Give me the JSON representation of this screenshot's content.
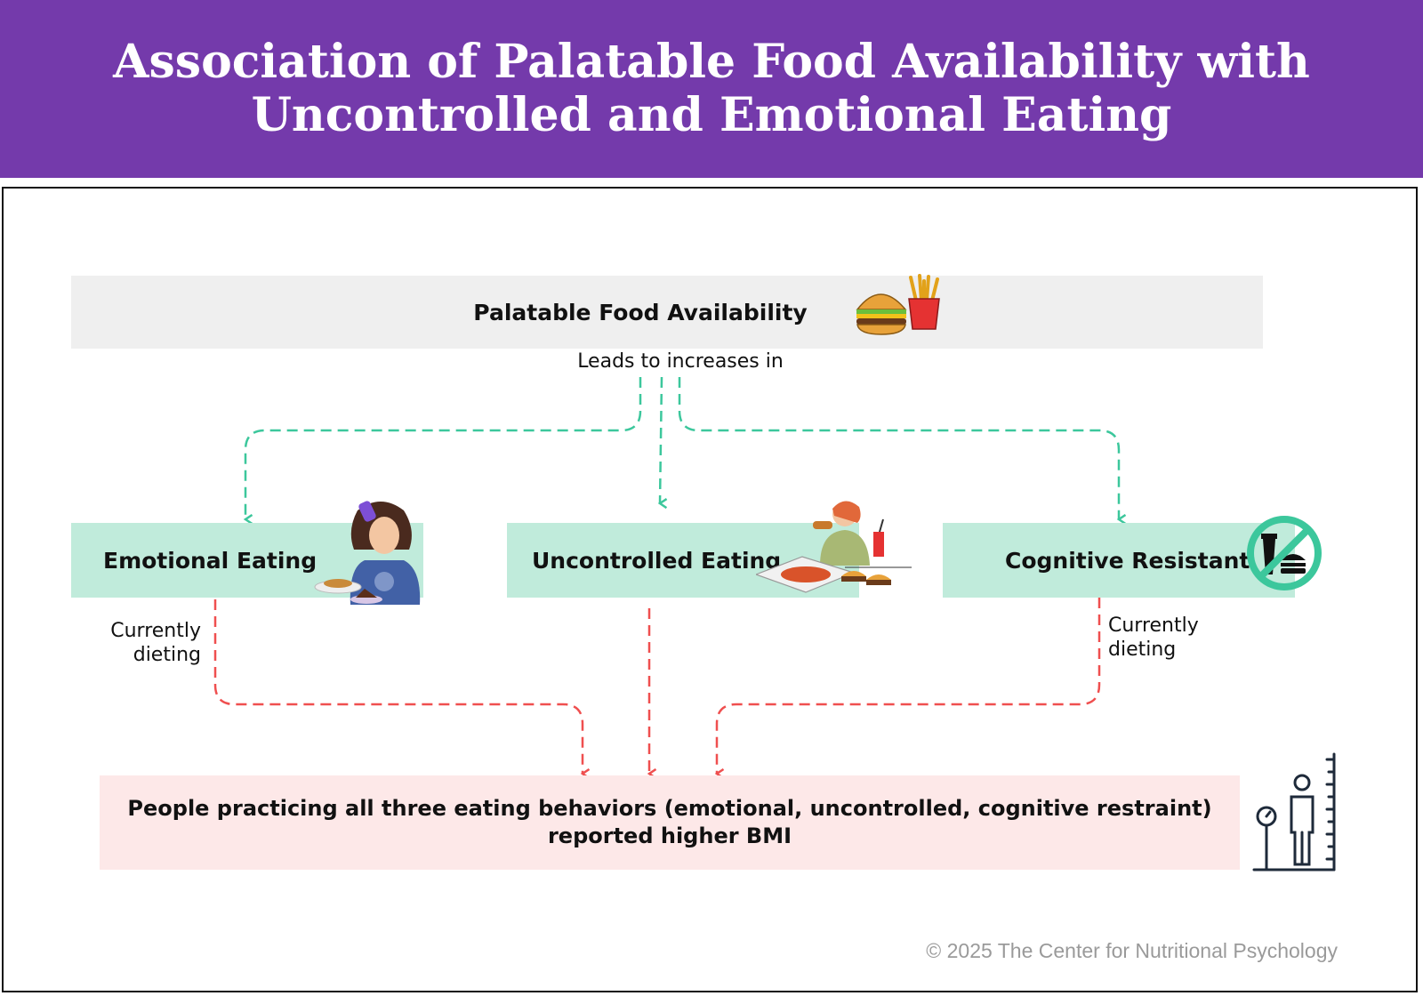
{
  "header": {
    "title_line1": "Association of Palatable Food Availability with",
    "title_line2": "Uncontrolled and Emotional Eating",
    "background_color": "#743aab"
  },
  "diagram": {
    "source": {
      "label": "Palatable Food Availability",
      "icon": "burger-and-fries-icon"
    },
    "source_edge_label": "Leads to increases in",
    "behaviors": [
      {
        "label": "Emotional Eating",
        "icon": "sad-woman-with-food-icon"
      },
      {
        "label": "Uncontrolled Eating",
        "icon": "woman-eating-fast-food-icon"
      },
      {
        "label": "Cognitive Resistant",
        "icon": "no-fast-food-icon"
      }
    ],
    "condition_labels": {
      "left_line1": "Currently",
      "left_line2": "dieting",
      "right_line1": "Currently",
      "right_line2": "dieting"
    },
    "outcome": {
      "line1": "People practicing all three eating behaviors (emotional, uncontrolled, cognitive restraint)",
      "line2": "reported higher BMI",
      "icon": "height-scale-person-icon"
    },
    "colors": {
      "source_box": "#efefef",
      "behavior_box": "#c0ebdb",
      "outcome_box": "#fde8e8",
      "increase_arrows": "#3cc79c",
      "bmi_arrows": "#ef4f4f"
    }
  },
  "footer": {
    "copyright": "© 2025 The Center for Nutritional Psychology"
  }
}
